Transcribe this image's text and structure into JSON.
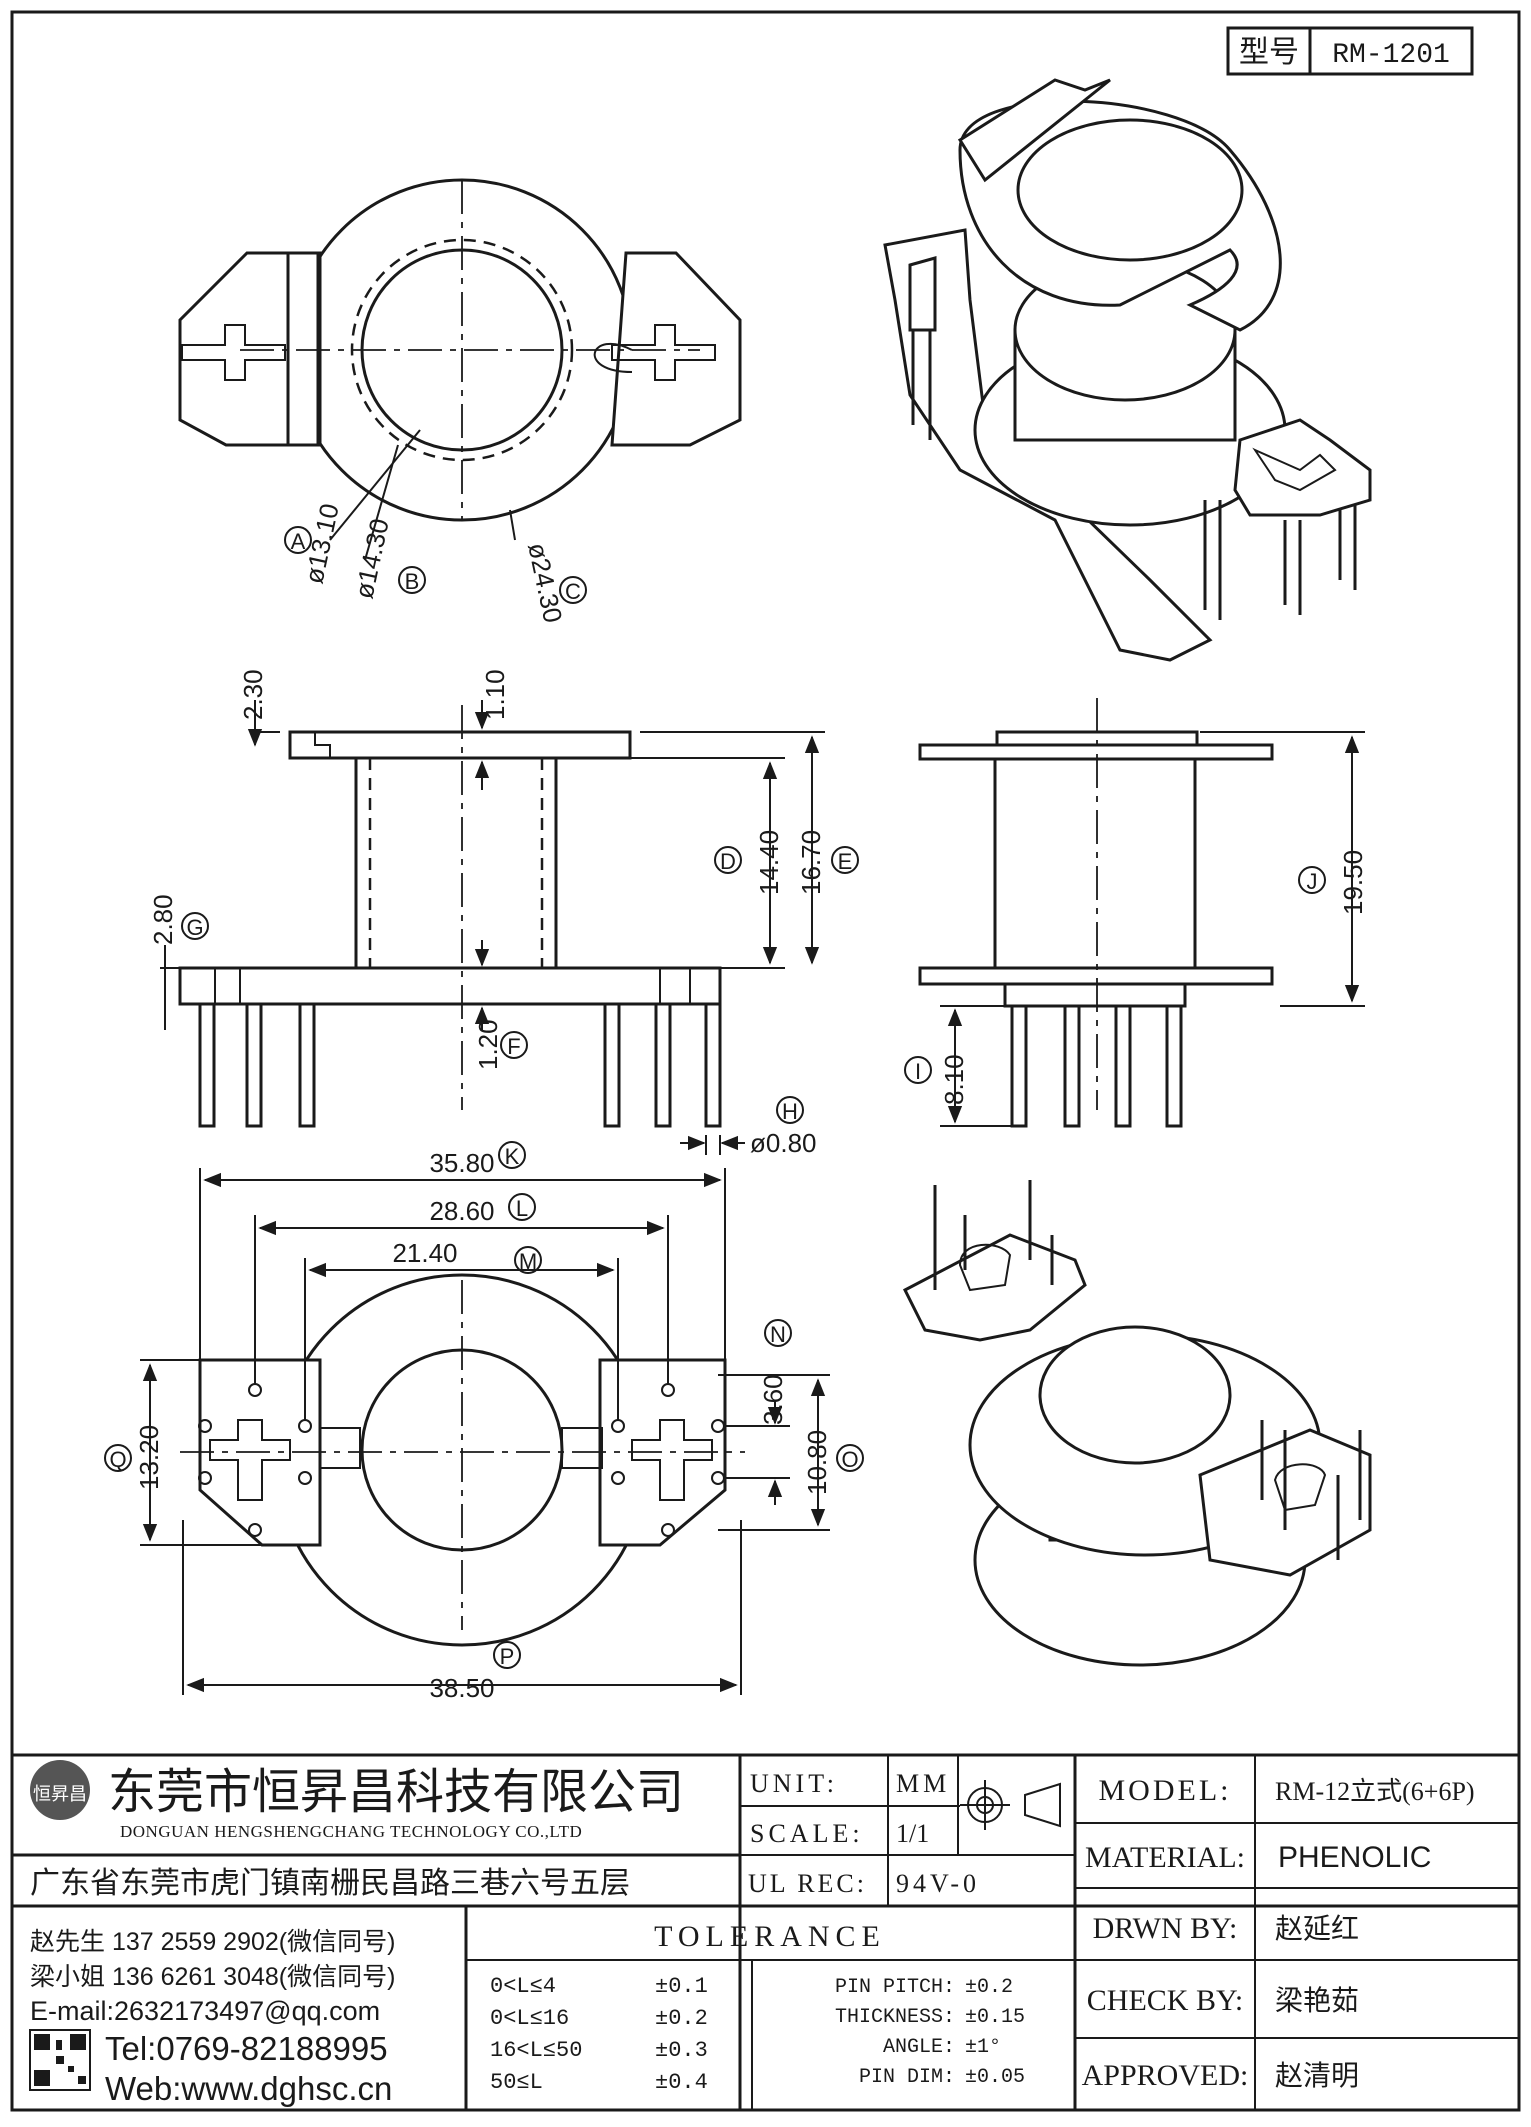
{
  "model_box": {
    "label": "型号",
    "value": "RM-1201"
  },
  "dimensions": {
    "A": "ø13.10",
    "B": "ø14.30",
    "C": "ø24.30",
    "top_clearance": "2.30",
    "flange_thickness_top": "1.10",
    "D": "14.40",
    "E": "16.70",
    "G": "2.80",
    "F": "1.20",
    "H": "ø0.80",
    "I": "8.10",
    "J": "19.50",
    "K": "35.80",
    "L": "28.60",
    "M": "21.40",
    "N": "3.60",
    "O": "10.80",
    "Q": "13.20",
    "P": "38.50"
  },
  "markers": [
    "A",
    "B",
    "C",
    "D",
    "E",
    "F",
    "G",
    "H",
    "I",
    "J",
    "K",
    "L",
    "M",
    "N",
    "O",
    "P",
    "Q"
  ],
  "company": {
    "logo_text": "恒昇昌",
    "name_cn": "东莞市恒昇昌科技有限公司",
    "name_en": "DONGUAN HENGSHENGCHANG TECHNOLOGY CO.,LTD",
    "address": "广东省东莞市虎门镇南栅民昌路三巷六号五层",
    "contact_1": "赵先生 137 2559 2902(微信同号)",
    "contact_2": "梁小姐 136 6261 3048(微信同号)",
    "email": "E-mail:2632173497@qq.com",
    "tel": "Tel:0769-82188995",
    "web": "Web:www.dghsc.cn"
  },
  "title_block": {
    "unit_label": "UNIT:",
    "unit_value": "MM",
    "scale_label": "SCALE:",
    "scale_value": "1/1",
    "ulrec_label": "UL REC:",
    "ulrec_value": "94V-0",
    "model_label": "MODEL:",
    "model_value": "RM-12立式(6+6P)",
    "material_label": "MATERIAL:",
    "material_value": "PHENOLIC",
    "drawn_label": "DRWN BY:",
    "drawn_value": "赵延红",
    "check_label": "CHECK BY:",
    "check_value": "梁艳茹",
    "approved_label": "APPROVED:",
    "approved_value": "赵清明"
  },
  "tolerance": {
    "title": "TOLERANCE",
    "rows": [
      {
        "range": "0<L≤4",
        "value": "±0.1"
      },
      {
        "range": "0<L≤16",
        "value": "±0.2"
      },
      {
        "range": "16<L≤50",
        "value": "±0.3"
      },
      {
        "range": "50≤L",
        "value": "±0.4"
      }
    ],
    "specs": [
      {
        "label": "PIN PITCH:",
        "value": "±0.2"
      },
      {
        "label": "THICKNESS:",
        "value": "±0.15"
      },
      {
        "label": "ANGLE:",
        "value": "±1°"
      },
      {
        "label": "PIN DIM:",
        "value": "±0.05"
      }
    ]
  }
}
